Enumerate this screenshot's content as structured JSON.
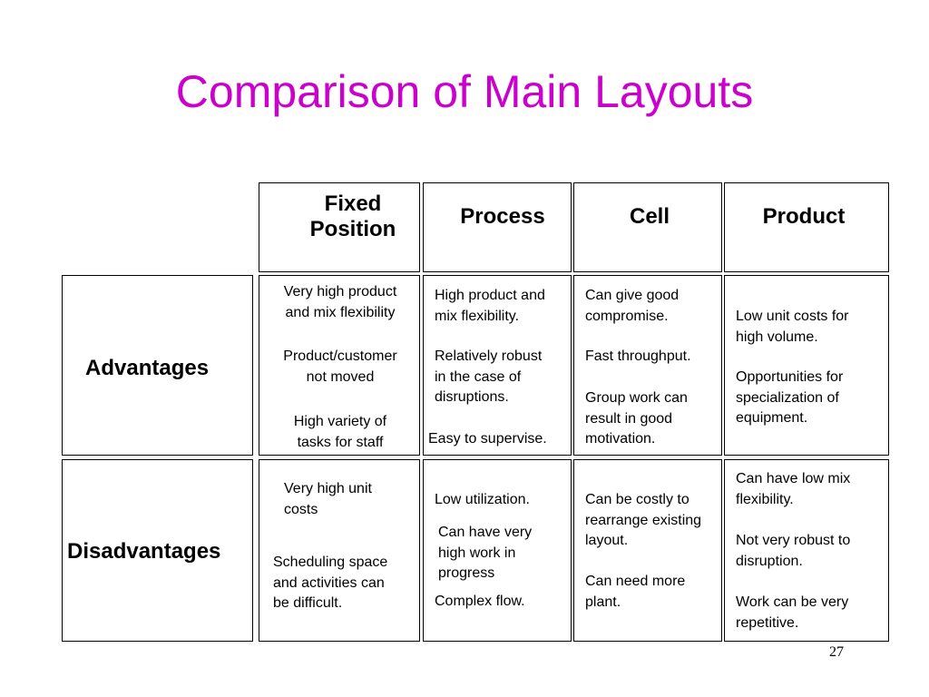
{
  "slide": {
    "title": "Comparison of Main Layouts",
    "page_number": "27"
  },
  "columns": [
    {
      "label": "Fixed\nPosition"
    },
    {
      "label": "Process"
    },
    {
      "label": "Cell"
    },
    {
      "label": "Product"
    }
  ],
  "rows": {
    "advantages": {
      "label": "Advantages",
      "cells": {
        "fixed_position": [
          "Very high product\nand mix flexibility",
          "Product/customer\nnot moved",
          "High variety of\ntasks for staff"
        ],
        "process": [
          "High product and\nmix flexibility.",
          "Relatively robust\nin the case of\ndisruptions.",
          "Easy to supervise."
        ],
        "cell": [
          "Can give good\ncompromise.",
          "Fast throughput.",
          "Group work can\nresult in good\nmotivation."
        ],
        "product": [
          "Low unit costs for\nhigh volume.",
          "Opportunities for\nspecialization of\nequipment."
        ]
      }
    },
    "disadvantages": {
      "label": "Disadvantages",
      "cells": {
        "fixed_position": [
          "Very high unit\ncosts",
          "Scheduling space\nand activities can\nbe difficult."
        ],
        "process": [
          "Low utilization.",
          "Can have very\nhigh work in\nprogress",
          "Complex flow."
        ],
        "cell": [
          "Can be costly to\nrearrange existing\nlayout.",
          "Can need more\nplant."
        ],
        "product": [
          "Can have low mix\nflexibility.",
          "Not very robust to\ndisruption.",
          "Work can be very\nrepetitive."
        ]
      }
    }
  }
}
